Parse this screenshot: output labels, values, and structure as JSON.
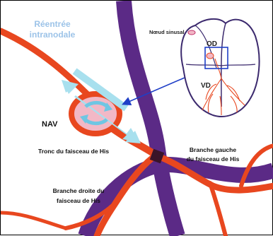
{
  "title": {
    "line1": "Réentrée",
    "line2": "intranodale"
  },
  "labels": {
    "nav": "NAV",
    "tronc": "Tronc du faisceau de His",
    "branche_gauche_1": "Branche gauche",
    "branche_gauche_2": "du faisceau de His",
    "branche_droite_1": "Branche droite du",
    "branche_droite_2": "faisceau de His"
  },
  "inset": {
    "noeud_sinusal": "Nœud sinusal",
    "od": "OD",
    "vd": "VD"
  },
  "colors": {
    "conduction": "#e8471f",
    "septum": "#5b2a86",
    "node_fill": "#f2b8c6",
    "arrow": "#a8e0ee",
    "pointer": "#1f3fc7",
    "title": "#9cc3e8"
  }
}
